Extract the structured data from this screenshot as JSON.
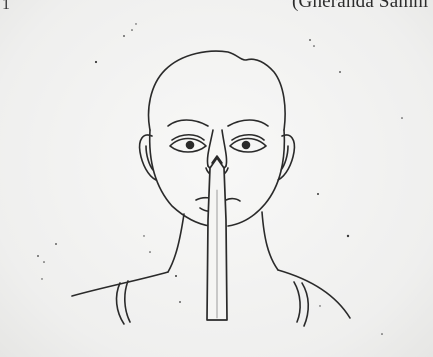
{
  "caption": {
    "text": "(Gheranda Samhi",
    "corner_mark": "1"
  },
  "illustration": {
    "subject": "head-and-shoulders line drawing with vertical stick pointing to nose tip (nasikagra drishti)",
    "stroke_color": "#2a2a2a"
  }
}
